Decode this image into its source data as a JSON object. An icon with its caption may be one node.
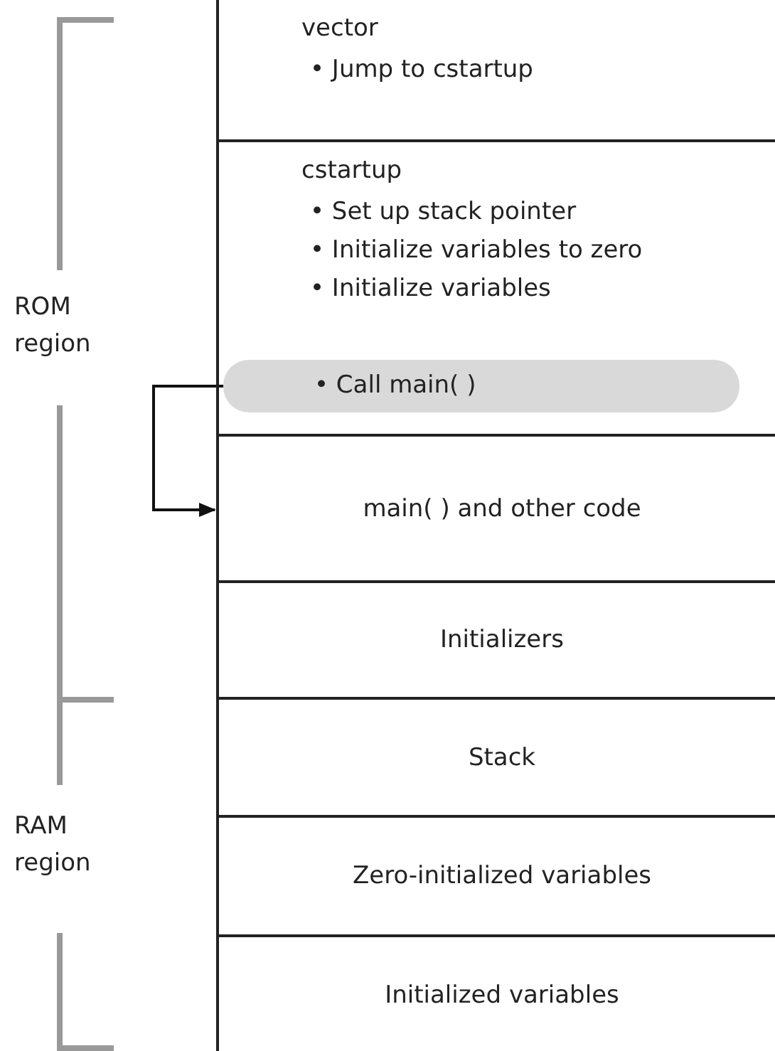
{
  "diagram": {
    "nodes": [
      {
        "text": [
          "vector",
          "• Jump to cstartup"
        ]
      },
      {
        "text": [
          "cstartup",
          "• Set up stack pointer",
          "• Initialize variables to zero",
          "• Initialize variables"
        ]
      },
      {
        "text": [
          "• Call main( )"
        ],
        "in": 1
      },
      {
        "text": [
          "main( ) and other code"
        ]
      },
      {
        "text": [
          "Initializers"
        ]
      },
      {
        "text": [
          "Stack"
        ]
      },
      {
        "text": [
          "Zero-initialized variables"
        ]
      },
      {
        "text": [
          "Initialized variables"
        ]
      }
    ],
    "edges": [
      {
        "from": 2,
        "to": 3,
        "arrow": "to"
      }
    ],
    "labels": [
      "ROM region",
      "RAM region"
    ]
  }
}
